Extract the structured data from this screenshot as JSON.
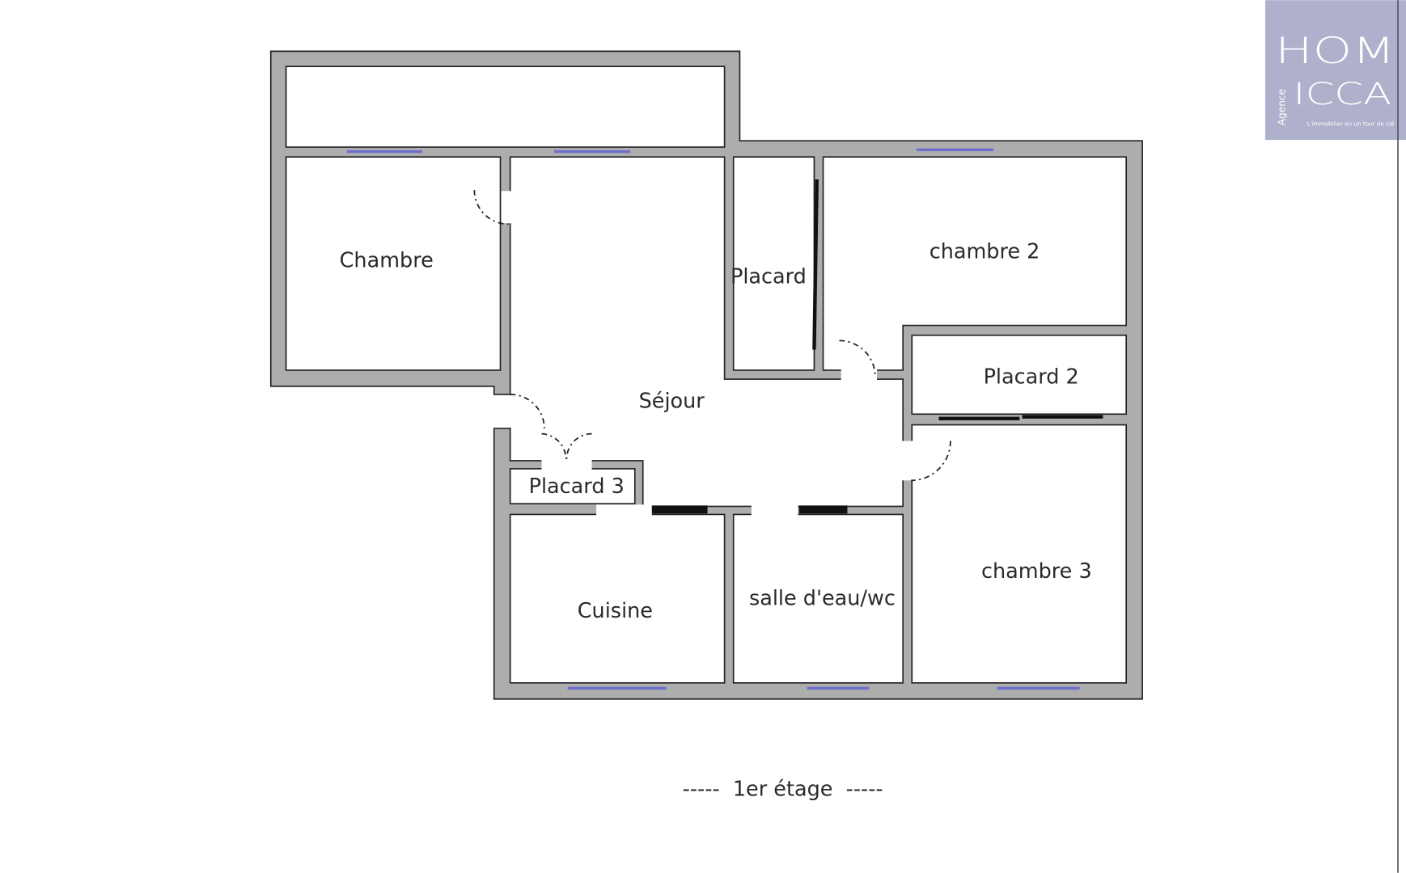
{
  "plan": {
    "rooms": {
      "chambre": "Chambre",
      "sejour": "Séjour",
      "placard": "Placard",
      "chambre2": "chambre 2",
      "placard2": "Placard 2",
      "placard3": "Placard 3",
      "cuisine": "Cuisine",
      "salle_eau": "salle d'eau/wc",
      "chambre3": "chambre 3"
    },
    "caption": "-----  1er étage  -----"
  },
  "logo": {
    "line1": "HOM",
    "line2": "ICCA",
    "agence": "Agence",
    "tagline": "L'immobilier en un tour de clé",
    "color": "#aeb0cc"
  },
  "colors": {
    "wall": "#adadad",
    "window": "#6b6fd0"
  }
}
